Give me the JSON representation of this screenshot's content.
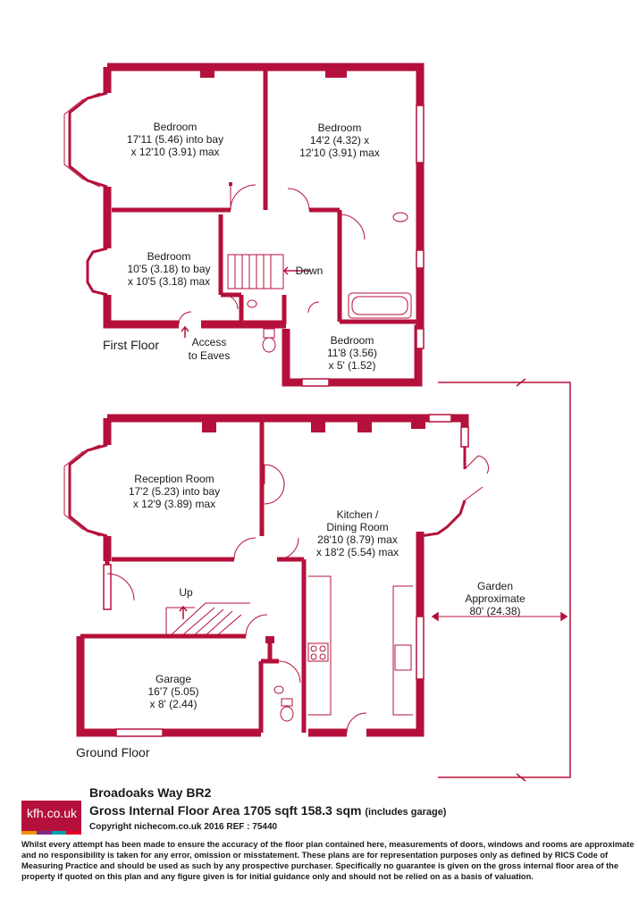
{
  "floors": {
    "first": "First Floor",
    "ground": "Ground Floor"
  },
  "rooms": {
    "bed1": {
      "name": "Bedroom",
      "l1": "17'11 (5.46) into bay",
      "l2": "x 12'10 (3.91) max"
    },
    "bed2": {
      "name": "Bedroom",
      "l1": "14'2 (4.32) x",
      "l2": "12'10 (3.91) max"
    },
    "bed3": {
      "name": "Bedroom",
      "l1": "10'5 (3.18) to bay",
      "l2": "x 10'5 (3.18) max"
    },
    "bed4": {
      "name": "Bedroom",
      "l1": "11'8 (3.56)",
      "l2": "x 5' (1.52)"
    },
    "reception": {
      "name": "Reception Room",
      "l1": "17'2 (5.23) into bay",
      "l2": "x 12'9 (3.89) max"
    },
    "kitchen": {
      "name": "Kitchen /",
      "l1": "Dining Room",
      "l2": "28'10 (8.79) max",
      "l3": "x 18'2 (5.54) max"
    },
    "garage": {
      "name": "Garage",
      "l1": "16'7 (5.05)",
      "l2": "x 8' (2.44)"
    },
    "garden": {
      "name": "Garden",
      "l1": "Approximate",
      "l2": "80' (24.38)"
    }
  },
  "annotations": {
    "down": "Down",
    "up": "Up",
    "eaves_1": "Access",
    "eaves_2": "to Eaves"
  },
  "footer": {
    "logo_text": "kfh.co.uk",
    "logo_colors": [
      "#f29100",
      "#7a2a7f",
      "#009fb4",
      "#e4002b"
    ],
    "title": "Broadoaks Way  BR2",
    "area": "Gross Internal Floor Area 1705 sqft 158.3 sqm",
    "area_note": "(includes garage)",
    "copyright": "Copyright nichecom.co.uk 2016 REF : 75440",
    "disclaimer": "Whilst every attempt has been made to ensure the accuracy of the floor plan contained here, measurements of doors, windows and rooms are approximate and no responsibility is taken for any error, omission or misstatement.  These plans are for representation purposes only as defined by RICS Code of Measuring Practice and should be used as such by any prospective purchaser.  Specifically no guarantee is given on the gross internal floor area of the property if quoted on this plan and any figure given is for initial guidance only and should not be relied on as a basis of valuation."
  },
  "colors": {
    "wall": "#b5103b",
    "fixture": "#b5103b"
  }
}
